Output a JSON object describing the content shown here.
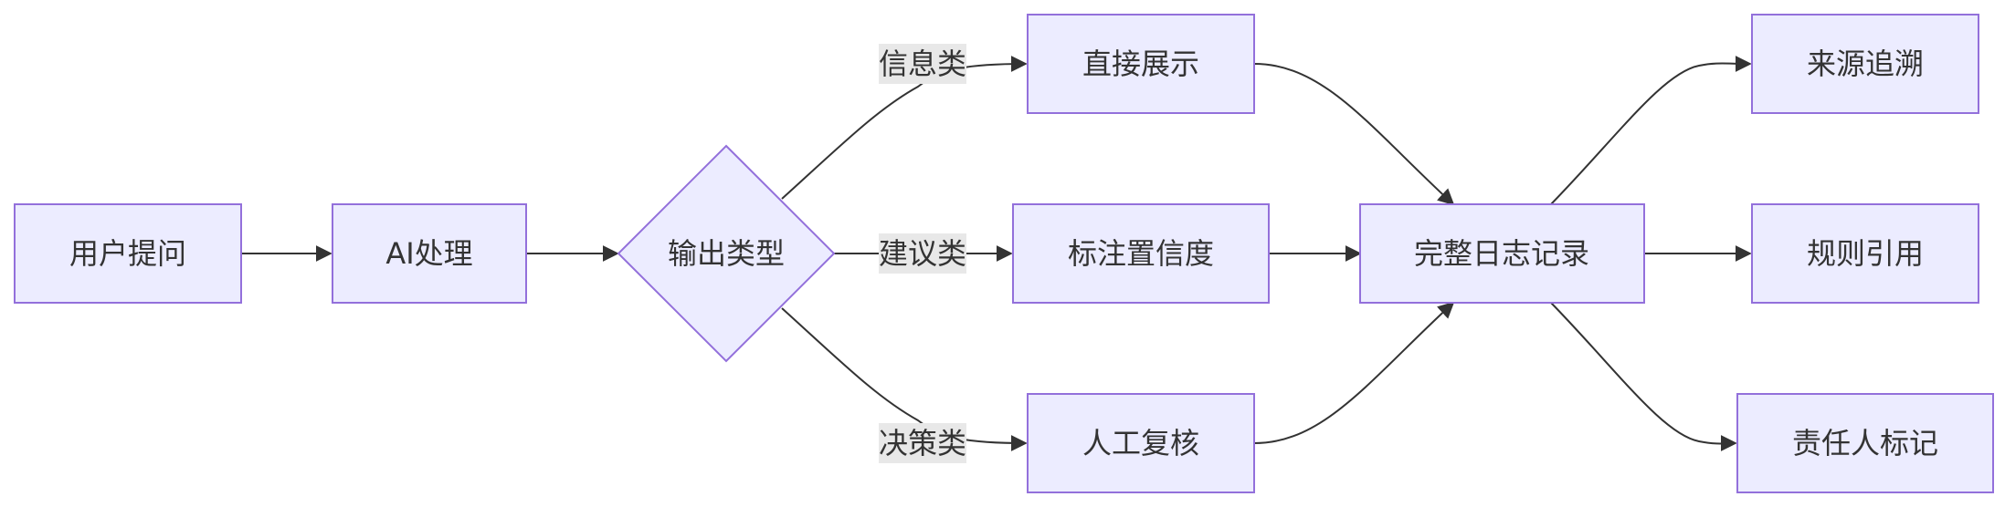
{
  "nodes": {
    "user_question": "用户提问",
    "ai_processing": "AI处理",
    "output_type": "输出类型",
    "direct_display": "直接展示",
    "mark_confidence": "标注置信度",
    "manual_review": "人工复核",
    "full_log": "完整日志记录",
    "source_trace": "来源追溯",
    "rule_citation": "规则引用",
    "owner_mark": "责任人标记"
  },
  "edge_labels": {
    "info": "信息类",
    "advice": "建议类",
    "decision": "决策类"
  },
  "colors": {
    "node_fill": "#ECECFF",
    "node_stroke": "#9370DB",
    "edge": "#333333",
    "label_bg": "#e8e8e8",
    "text": "#333333"
  }
}
